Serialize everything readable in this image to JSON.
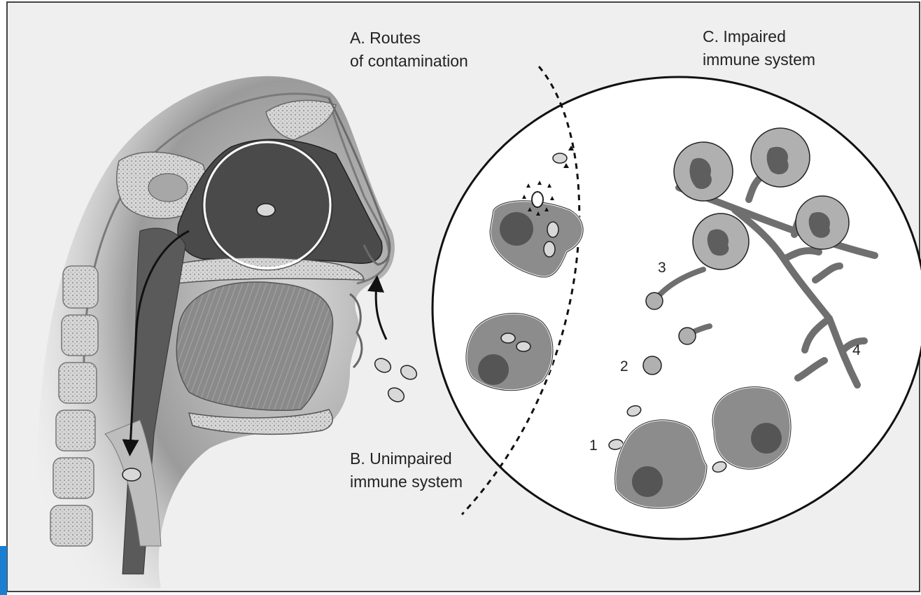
{
  "labels": {
    "a_line1": "A. Routes",
    "a_line2": "of contamination",
    "b_line1": "B. Unimpaired",
    "b_line2": "immune system",
    "c_line1": "C. Impaired",
    "c_line2": "immune system"
  },
  "markers": {
    "m1": "1",
    "m2": "2",
    "m3": "3",
    "m4": "4"
  },
  "colors": {
    "background": "#efefef",
    "nasal_cavity": "#4a4a4a",
    "cell_body": "#8c8c8c",
    "nucleus": "#555555",
    "spore": "#cfcfcf",
    "hypha": "#6f6f6f"
  }
}
